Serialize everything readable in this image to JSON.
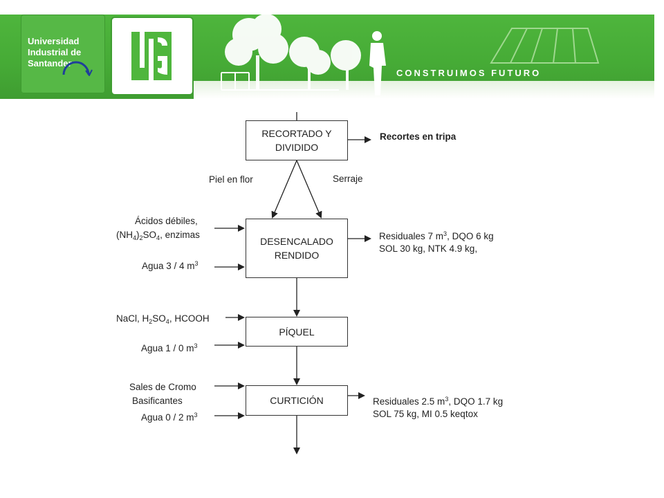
{
  "header": {
    "university_lines": [
      "Universidad",
      "Industrial de",
      "Santander"
    ],
    "logo_letters": "UIS",
    "slogan": "CONSTRUIMOS FUTURO",
    "colors": {
      "banner_green": "#4fb63d",
      "dark_green": "#3f9d31",
      "white": "#ffffff"
    }
  },
  "diagram": {
    "boxes": {
      "recortado": [
        "RECORTADO Y",
        "DIVIDIDO"
      ],
      "desencalado": [
        "DESENCALADO",
        "RENDIDO"
      ],
      "piquel": [
        "PÍQUEL"
      ],
      "curticion": [
        "CURTICIÓN"
      ]
    },
    "labels": {
      "recortes": "Recortes en tripa",
      "piel_en_flor": "Piel en flor",
      "serraje": "Serraje",
      "acidos_l1": "Ácidos débiles,",
      "acidos_l2_a": "(NH",
      "acidos_l2_sub1": "4",
      "acidos_l2_b": ")",
      "acidos_l2_sub2": "2",
      "acidos_l2_c": "SO",
      "acidos_l2_sub3": "4",
      "acidos_l2_d": ", enzimas",
      "agua1_text": "Agua 3 / 4 m",
      "agua1_sup": "3",
      "res1_l1_a": "Residuales 7 m",
      "res1_l1_sup": "3",
      "res1_l1_b": ", DQO 6 kg",
      "res1_l2": "SOL 30 kg,  NTK 4.9 kg,",
      "nacl_a": "NaCl, H",
      "nacl_sub1": "2",
      "nacl_b": "SO",
      "nacl_sub2": "4",
      "nacl_c": ", HCOOH",
      "agua2_text": "Agua 1 / 0 m",
      "agua2_sup": "3",
      "sales_l1": "Sales de Cromo",
      "sales_l2": "Basificantes",
      "agua3_text": "Agua 0 / 2 m",
      "agua3_sup": "3",
      "res2_l1_a": "Residuales 2.5 m",
      "res2_l1_sup": "3",
      "res2_l1_b": ", DQO 1.7 kg",
      "res2_l2": "SOL 75 kg, MI 0.5 keqtox"
    }
  }
}
